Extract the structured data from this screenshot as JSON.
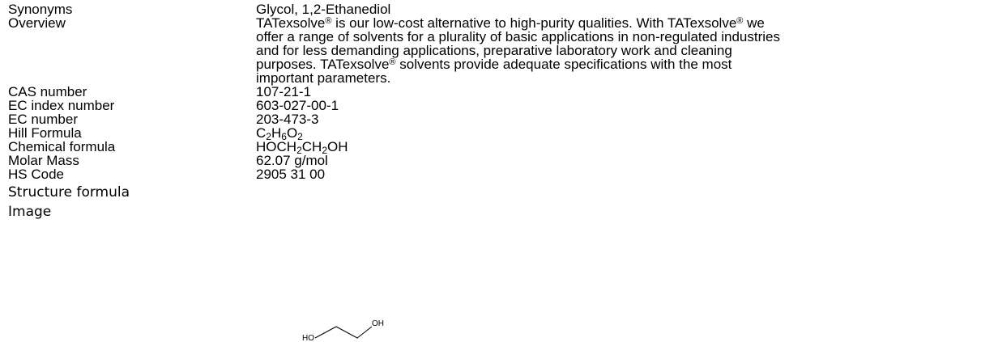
{
  "rows": {
    "synonyms": {
      "label": "Synonyms",
      "value": "Glycol, 1,2-Ethanediol"
    },
    "overview": {
      "label": "Overview",
      "lines": [
        [
          "TATexsolve",
          " is our low-cost alternative to high-purity qualities. With TATexsolve",
          " we"
        ],
        [
          "offer a range of solvents for a plurality of basic applications in non-regulated industries"
        ],
        [
          "and for less demanding applications, preparative laboratory work and cleaning"
        ],
        [
          "purposes. TATexsolve",
          " solvents provide adequate specifications with the most"
        ],
        [
          "important parameters."
        ]
      ],
      "registered_mark": "®"
    },
    "cas": {
      "label": "CAS number",
      "value": "107-21-1"
    },
    "ec_index": {
      "label": "EC index number",
      "value": "603-027-00-1"
    },
    "ec_number": {
      "label": "EC number",
      "value": "203-473-3"
    },
    "hill": {
      "label": "Hill Formula",
      "parts": [
        {
          "t": "C",
          "sub": "2"
        },
        {
          "t": "H",
          "sub": "6"
        },
        {
          "t": "O",
          "sub": "2"
        }
      ]
    },
    "chemical": {
      "label": "Chemical formula",
      "parts": [
        {
          "t": "HOCH",
          "sub": "2"
        },
        {
          "t": "CH",
          "sub": "2"
        },
        {
          "t": "OH",
          "sub": ""
        }
      ]
    },
    "molar": {
      "label": "Molar Mass",
      "value": "62.07 g/mol"
    },
    "hs": {
      "label": "HS Code",
      "value": "2905 31 00"
    },
    "structure": {
      "label": "Structure formula"
    },
    "image": {
      "label": "Image"
    }
  },
  "structure_drawing": {
    "left_group": "HO",
    "right_group": "OH"
  }
}
